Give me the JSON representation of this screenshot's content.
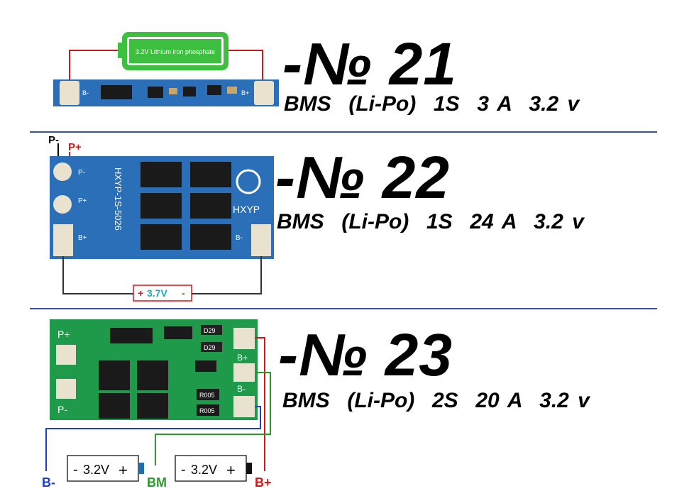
{
  "boards": [
    {
      "number": "-№ 21",
      "spec": "BMS  (Li-Po)  1S  3 A  3.2 v",
      "battery_label": "3.2V Lithium iron phosphate",
      "pad_labels": [
        "B-",
        "B+"
      ]
    },
    {
      "number": "-№ 22",
      "spec": "BMS  (Li-Po)  1S  24 A  3.2 v",
      "pin_labels": [
        "P-",
        "P+"
      ],
      "silkscreen_model": "HXYP-1S-5026",
      "brand": "HXYP",
      "pad_labels": [
        "B-",
        "B+",
        "P-",
        "P+"
      ],
      "battery_plus": "+",
      "battery_voltage": "3.7V",
      "battery_minus": "-"
    },
    {
      "number": "-№ 23",
      "spec": "BMS  (Li-Po)  2S  20 A  3.2 v",
      "board_labels": [
        "P+",
        "P-",
        "B+",
        "B-"
      ],
      "component_labels": [
        "D29",
        "D29",
        "R005",
        "R005"
      ],
      "cells": [
        {
          "minus": "-",
          "voltage": "3.2V",
          "plus": "+"
        },
        {
          "minus": "-",
          "voltage": "3.2V",
          "plus": "+"
        }
      ],
      "wire_labels": {
        "negative": "B-",
        "middle": "BM",
        "positive": "B+"
      }
    }
  ],
  "colors": {
    "divider": "#3a4fa8",
    "pcb_blue": "#2a6fb8",
    "pcb_green": "#1e9a4a",
    "battery_green": "#3fbf3f",
    "wire_red": "#d01818",
    "wire_blue": "#2040c0",
    "wire_green": "#2a9a2a"
  }
}
